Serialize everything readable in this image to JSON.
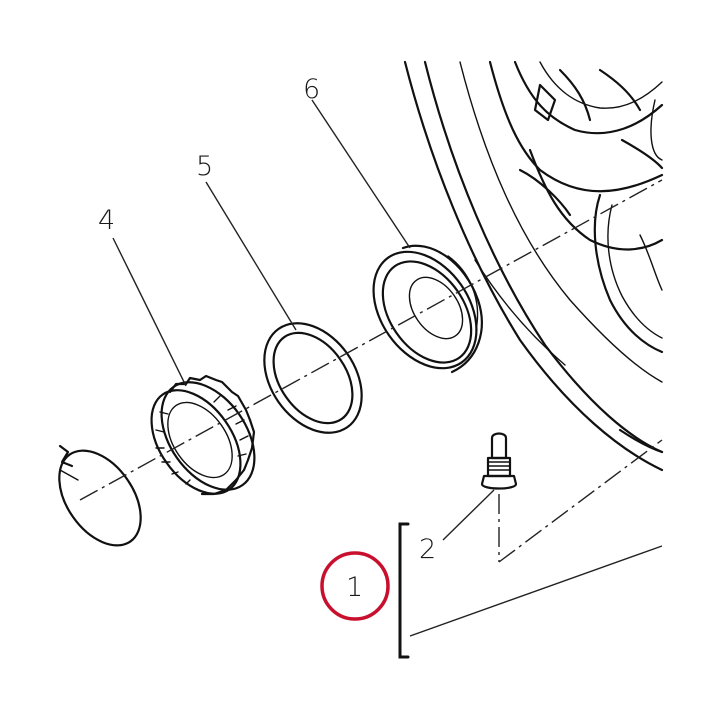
{
  "callouts": {
    "part_1": "1",
    "part_2": "2",
    "part_4": "4",
    "part_5": "5",
    "part_6": "6"
  },
  "highlight_color": "#c8102e"
}
